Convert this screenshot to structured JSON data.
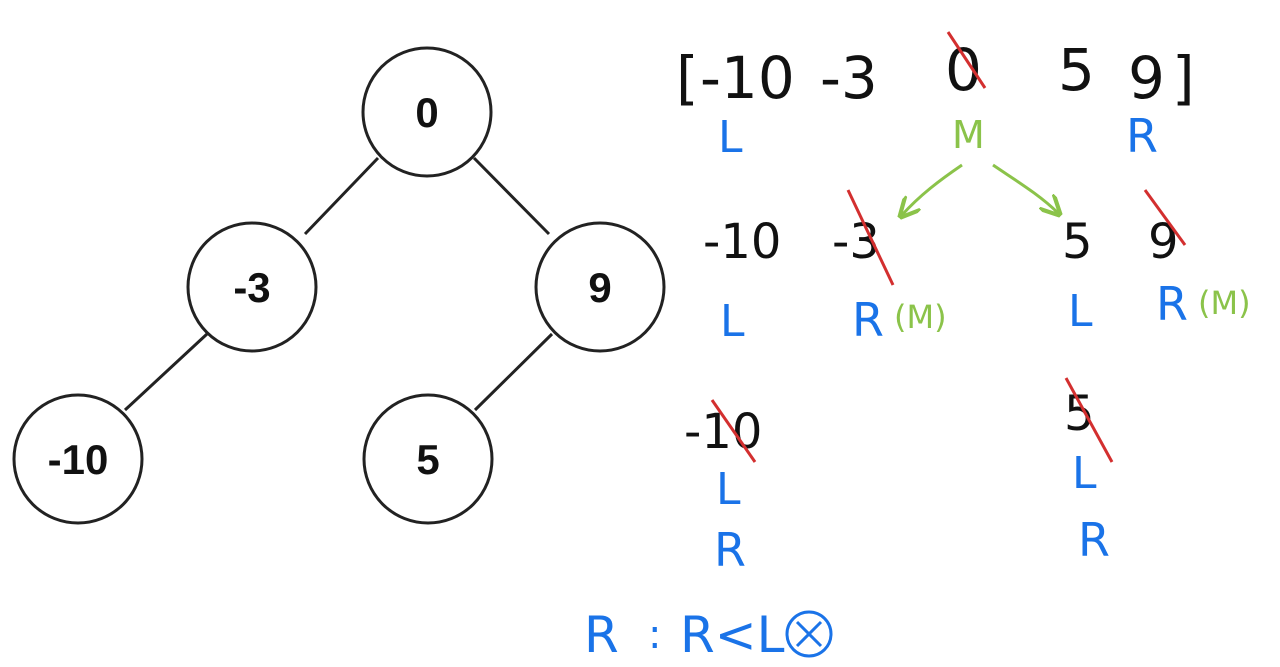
{
  "tree": {
    "nodes": [
      {
        "id": "n0",
        "label": "0"
      },
      {
        "id": "n1",
        "label": "-3"
      },
      {
        "id": "n2",
        "label": "9"
      },
      {
        "id": "n3",
        "label": "-10"
      },
      {
        "id": "n4",
        "label": "5"
      }
    ],
    "edges": [
      [
        "n0",
        "n1"
      ],
      [
        "n0",
        "n2"
      ],
      [
        "n1",
        "n3"
      ],
      [
        "n2",
        "n4"
      ]
    ]
  },
  "notes": {
    "array": {
      "open": "[",
      "v0": "-10",
      "v1": "-3",
      "v2": "0",
      "v3": "5",
      "v4": "9",
      "close": "]"
    },
    "row1": {
      "L": "L",
      "M": "M",
      "R": "R"
    },
    "row2": {
      "a": "-10",
      "b": "-3",
      "c": "5",
      "d": "9",
      "L1": "L",
      "R1": "R",
      "m1": "(M)",
      "L2": "L",
      "R2": "R",
      "m2": "(M)"
    },
    "row3": {
      "a": "-10",
      "b": "5",
      "L1": "L",
      "R1": "R",
      "L2": "L",
      "R2": "R"
    },
    "footer": {
      "left": "R",
      "colon": ":",
      "rule": "R<L"
    },
    "colors": {
      "black": "#111111",
      "blue": "#1a73e8",
      "green": "#8bc34a",
      "red": "#d32f2f"
    }
  }
}
